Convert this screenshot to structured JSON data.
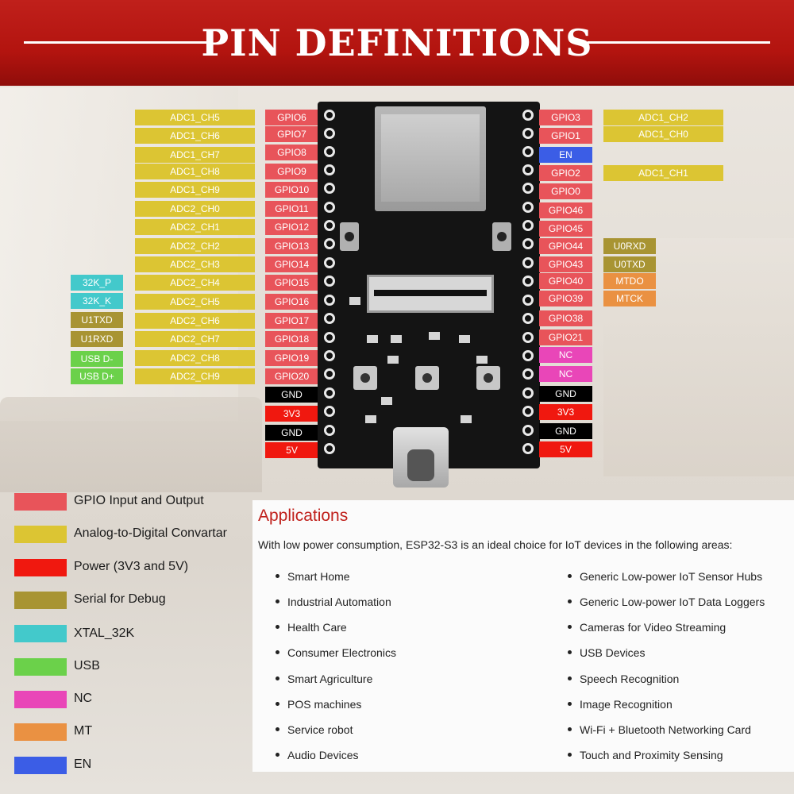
{
  "title": "PIN DEFINITIONS",
  "left_gpio": [
    "GPIO6",
    "GPIO7",
    "GPIO8",
    "GPIO9",
    "GPIO10",
    "GPIO11",
    "GPIO12",
    "GPIO13",
    "GPIO14",
    "GPIO15",
    "GPIO16",
    "GPIO17",
    "GPIO18",
    "GPIO19",
    "GPIO20"
  ],
  "left_adc": [
    "ADC1_CH5",
    "ADC1_CH6",
    "ADC1_CH7",
    "ADC1_CH8",
    "ADC1_CH9",
    "ADC2_CH0",
    "ADC2_CH1",
    "ADC2_CH2",
    "ADC2_CH3",
    "ADC2_CH4",
    "ADC2_CH5",
    "ADC2_CH6",
    "ADC2_CH7",
    "ADC2_CH8",
    "ADC2_CH9"
  ],
  "left_extra": [
    {
      "label": "32K_P",
      "type": "xtal"
    },
    {
      "label": "32K_K",
      "type": "xtal"
    },
    {
      "label": "U1TXD",
      "type": "serial"
    },
    {
      "label": "U1RXD",
      "type": "serial"
    },
    {
      "label": "USB D-",
      "type": "usb"
    },
    {
      "label": "USB D+",
      "type": "usb"
    }
  ],
  "left_power": [
    "GND",
    "3V3",
    "GND",
    "5V"
  ],
  "right_pins": [
    {
      "label": "GPIO3",
      "type": "gpio"
    },
    {
      "label": "GPIO1",
      "type": "gpio"
    },
    {
      "label": "EN",
      "type": "en"
    },
    {
      "label": "GPIO2",
      "type": "gpio"
    },
    {
      "label": "GPIO0",
      "type": "gpio"
    },
    {
      "label": "GPIO46",
      "type": "gpio"
    },
    {
      "label": "GPIO45",
      "type": "gpio"
    },
    {
      "label": "GPIO44",
      "type": "gpio"
    },
    {
      "label": "GPIO43",
      "type": "gpio"
    },
    {
      "label": "GPIO40",
      "type": "gpio"
    },
    {
      "label": "GPIO39",
      "type": "gpio"
    },
    {
      "label": "GPIO38",
      "type": "gpio"
    },
    {
      "label": "GPIO21",
      "type": "gpio"
    },
    {
      "label": "NC",
      "type": "nc"
    },
    {
      "label": "NC",
      "type": "nc"
    },
    {
      "label": "GND",
      "type": "gnd"
    },
    {
      "label": "3V3",
      "type": "power"
    },
    {
      "label": "GND",
      "type": "gnd"
    },
    {
      "label": "5V",
      "type": "power"
    }
  ],
  "right_extra": [
    {
      "label": "ADC1_CH2",
      "type": "adc"
    },
    {
      "label": "ADC1_CH0",
      "type": "adc"
    },
    {
      "label": "ADC1_CH1",
      "type": "adc"
    },
    {
      "label": "U0RXD",
      "type": "serial"
    },
    {
      "label": "U0TXD",
      "type": "serial"
    },
    {
      "label": "MTDO",
      "type": "mt"
    },
    {
      "label": "MTCK",
      "type": "mt"
    }
  ],
  "legend": [
    {
      "label": "GPIO Input and Output",
      "color": "#e8545a"
    },
    {
      "label": "Analog-to-Digital Convartar",
      "color": "#dcc533"
    },
    {
      "label": "Power (3V3 and 5V)",
      "color": "#f0180f"
    },
    {
      "label": "Serial for Debug",
      "color": "#a89433"
    },
    {
      "label": "XTAL_32K",
      "color": "#43c9cb"
    },
    {
      "label": "USB",
      "color": "#6bd14a"
    },
    {
      "label": "NC",
      "color": "#e946b8"
    },
    {
      "label": "MT",
      "color": "#ea9142"
    },
    {
      "label": "EN",
      "color": "#3b5de6"
    }
  ],
  "applications": {
    "heading": "Applications",
    "intro": "With low power consumption, ESP32-S3 is an ideal choice for IoT devices in the following areas:",
    "left_items": [
      "Smart Home",
      "Industrial Automation",
      "Health Care",
      "Consumer Electronics",
      "Smart Agriculture",
      "POS machines",
      "Service robot",
      "Audio Devices"
    ],
    "right_items": [
      "Generic Low-power IoT Sensor Hubs",
      "Generic Low-power IoT Data Loggers",
      "Cameras for Video Streaming",
      "USB Devices",
      "Speech Recognition",
      "Image Recognition",
      "Wi-Fi + Bluetooth Networking Card",
      "Touch and Proximity Sensing"
    ]
  }
}
